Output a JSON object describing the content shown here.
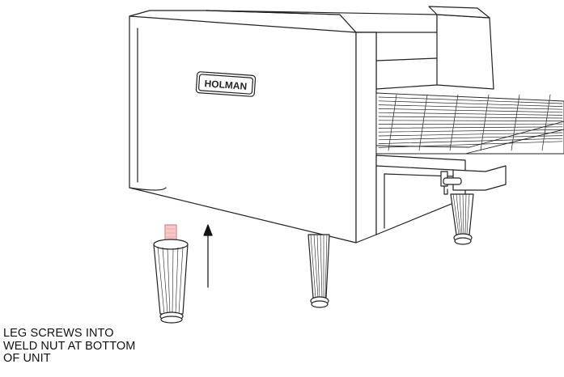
{
  "diagram": {
    "brand_logo_text": "HOLMAN",
    "caption_lines": [
      "LEG SCREWS INTO",
      "WELD NUT AT BOTTOM",
      "OF UNIT"
    ]
  },
  "colors": {
    "line": "#222222",
    "fill": "#ffffff",
    "weld_nut_highlight": "#e8a0a0"
  },
  "icons": [
    "up-arrow-icon"
  ]
}
